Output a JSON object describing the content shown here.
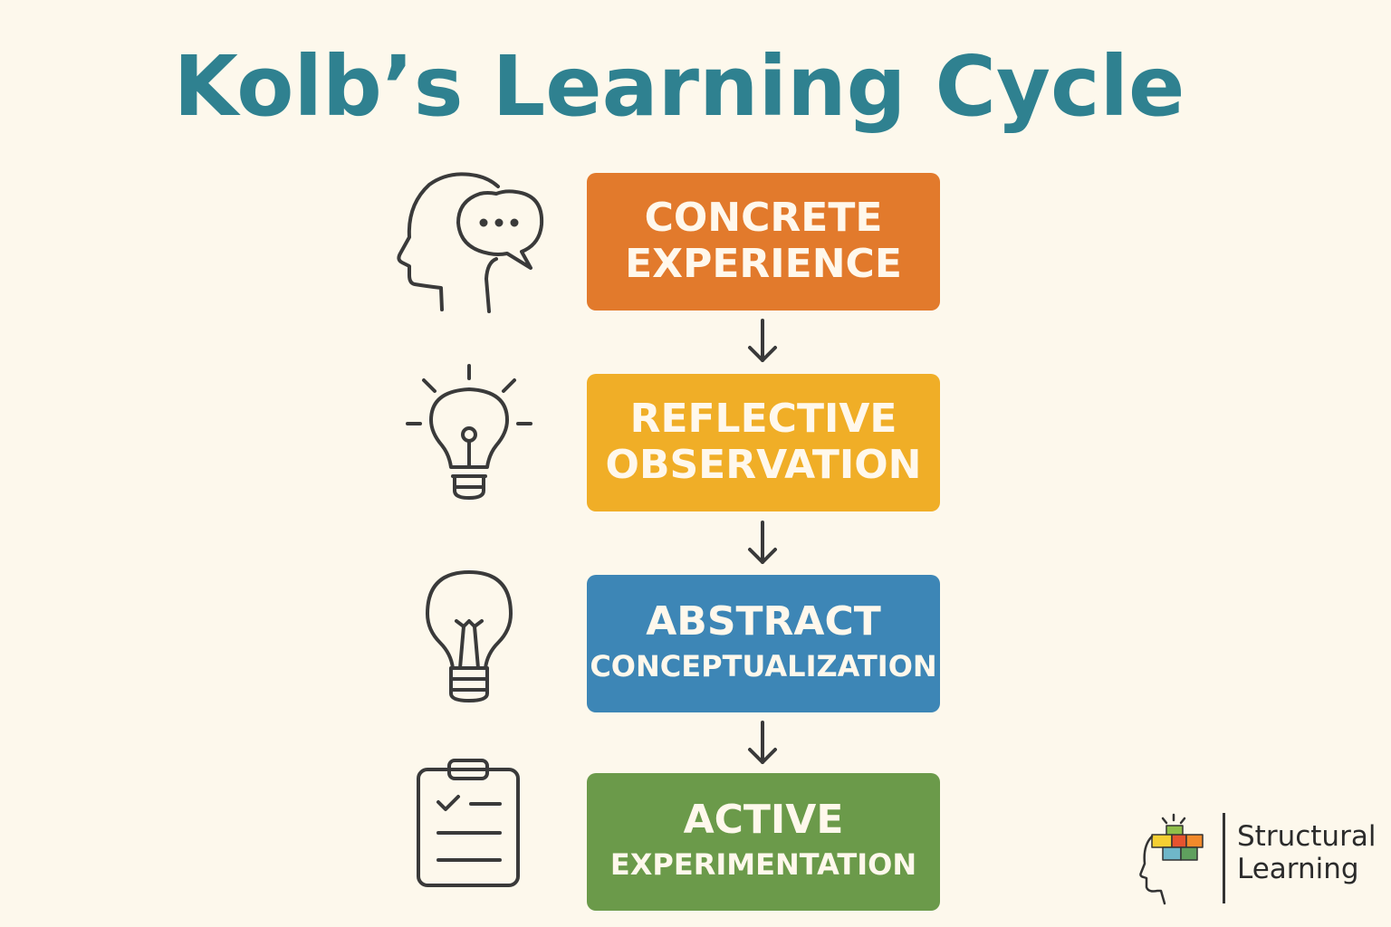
{
  "title": "Kolb’s Learning Cycle",
  "stages": [
    {
      "line1": "CONCRETE",
      "line2": "EXPERIENCE",
      "color": "#e27a2c",
      "icon": "head-speech-bubble-icon"
    },
    {
      "line1": "REFLECTIVE",
      "line2": "OBSERVATION",
      "color": "#f0ae27",
      "icon": "lightbulb-rays-icon"
    },
    {
      "line1": "ABSTRACT",
      "line2": "CONCEPTUALIZATION",
      "color": "#3d86b6",
      "icon": "lightbulb-icon"
    },
    {
      "line1": "ACTIVE",
      "line2": "EXPERIMENTATION",
      "color": "#6b9a4a",
      "icon": "clipboard-checklist-icon"
    }
  ],
  "logo": {
    "line1": "Structural",
    "line2": "Learning",
    "icon": "head-blocks-logo-icon"
  },
  "colors": {
    "title": "#2f8190",
    "background": "#fdf8ec",
    "stroke": "#3a3a3a"
  }
}
